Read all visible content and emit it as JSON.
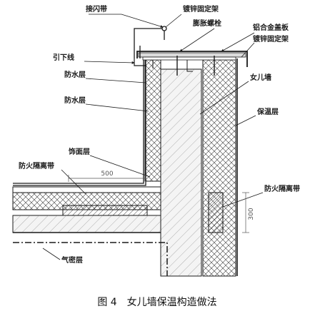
{
  "labels": {
    "flashing_strip": "接闪带",
    "galv_bracket_top": "镀锌固定架",
    "expansion_bolt": "膨胀螺栓",
    "alu_cover": "铝合金盖板",
    "galv_bracket_right": "镀锌固定架",
    "down_conductor": "引下线",
    "waterproof_1": "防水层",
    "parapet": "女儿墙",
    "waterproof_2": "防水层",
    "insulation": "保温层",
    "finish_layer": "饰面层",
    "fire_barrier_left": "防火隔离带",
    "fire_barrier_right": "防火隔离带",
    "airtight_layer": "气密层"
  },
  "dimensions": {
    "horizontal": "500",
    "vertical": "300"
  },
  "caption": "图 4　女儿墙保温构造做法",
  "colors": {
    "line": "#1a1a1a",
    "hatch": "#3a3a3a",
    "concrete_fill": "#f4f4f4",
    "background": "#ffffff"
  }
}
